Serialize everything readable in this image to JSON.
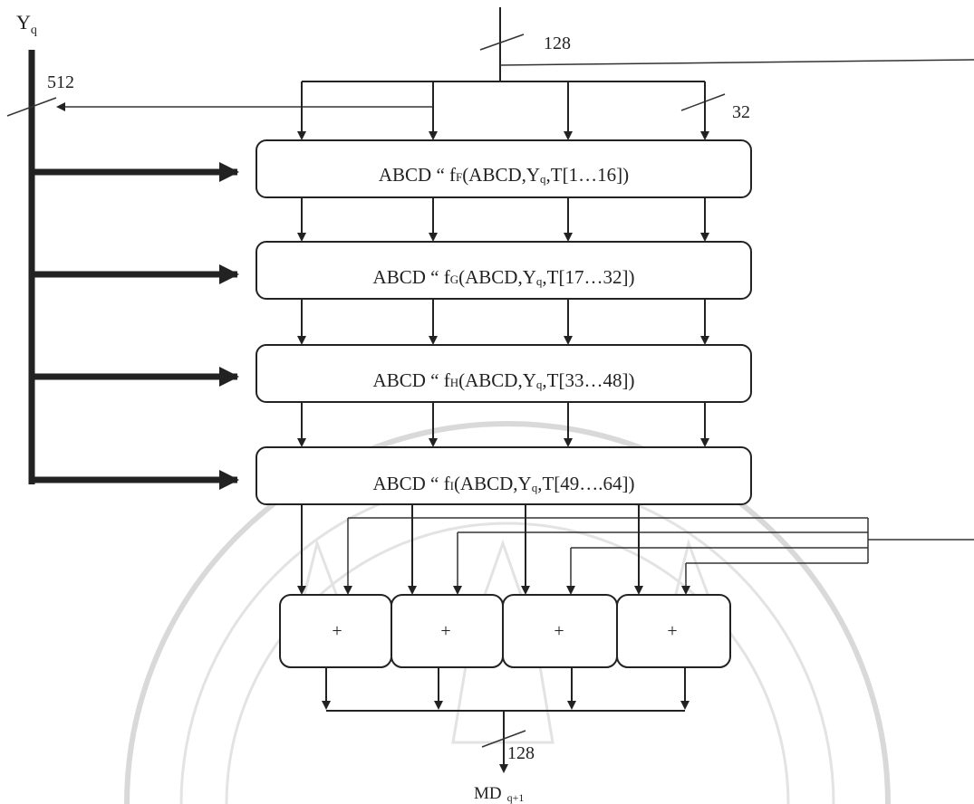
{
  "input_label": "Yq",
  "bus_width_512": "512",
  "bus_width_128_top": "128",
  "bus_width_32": "32",
  "stages": [
    {
      "prefix": "ABCD “ ",
      "func": "f",
      "sub": "F",
      "args": "(ABCD,Y",
      "q": "q",
      "tail": ",T[1…16])"
    },
    {
      "prefix": "ABCD “ ",
      "func": "f",
      "sub": "G",
      "args": "(ABCD,Y",
      "q": "q",
      "tail": ",T[17…32])"
    },
    {
      "prefix": "ABCD “ ",
      "func": "f",
      "sub": "H",
      "args": "(ABCD,Y",
      "q": "q",
      "tail": ",T[33…48])"
    },
    {
      "prefix": "ABCD “ ",
      "func": "f",
      "sub": "I",
      "args": "(ABCD,Y",
      "q": "q",
      "tail": ",T[49….64])"
    }
  ],
  "adders": [
    "+",
    "+",
    "+",
    "+"
  ],
  "bus_width_128_bottom": "128",
  "output_label_main": "MD",
  "output_label_sub": "q+1",
  "colors": {
    "line": "#222222",
    "watermark": "#d9d9d9"
  }
}
